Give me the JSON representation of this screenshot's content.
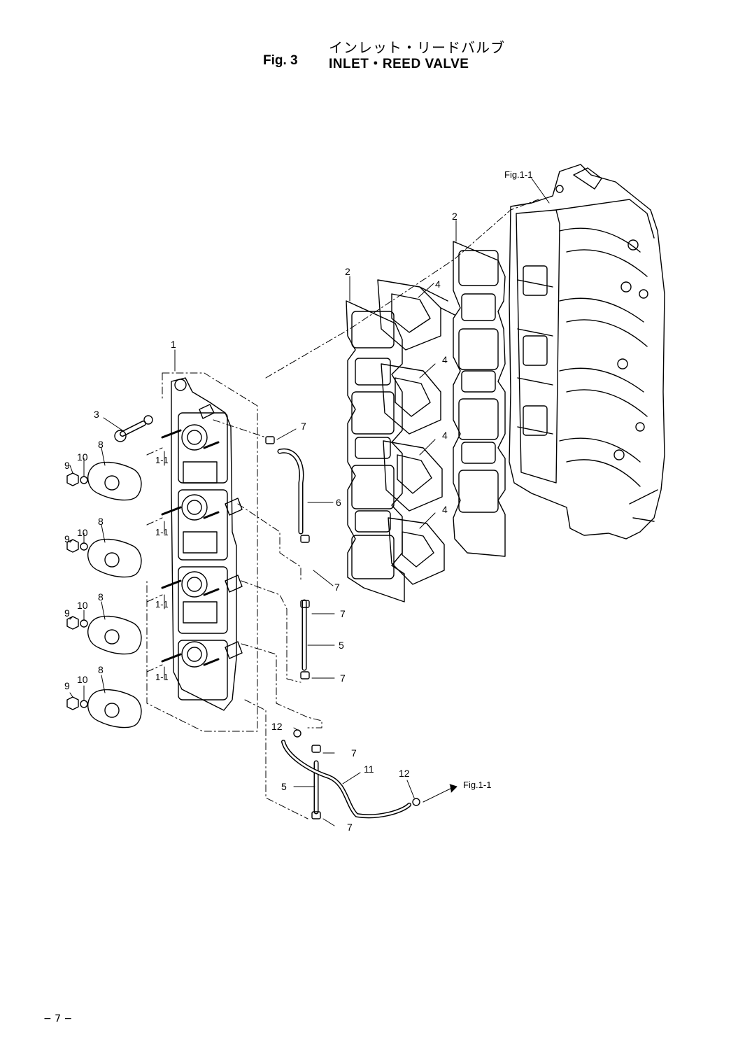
{
  "header": {
    "title_jp": "インレット・リードバルブ",
    "fig_label": "Fig. 3",
    "title_en": "INLET・REED VALVE"
  },
  "references": {
    "top_ref": "Fig.1-1",
    "arrow_ref": "Fig.1-1"
  },
  "callouts": {
    "p1": "1",
    "p2a": "2",
    "p2b": "2",
    "p3": "3",
    "p4a": "4",
    "p4b": "4",
    "p4c": "4",
    "p4d": "4",
    "p5a": "5",
    "p5b": "5",
    "p6": "6",
    "p7a": "7",
    "p7b": "7",
    "p7c": "7",
    "p7d": "7",
    "p7e": "7",
    "p7f": "7",
    "p8a": "8",
    "p8b": "8",
    "p8c": "8",
    "p8d": "8",
    "p9a": "9",
    "p9b": "9",
    "p9c": "9",
    "p9d": "9",
    "p10a": "10",
    "p10b": "10",
    "p10c": "10",
    "p10d": "10",
    "p11": "11",
    "p12a": "12",
    "p12b": "12",
    "s11a": "1-1",
    "s11b": "1-1",
    "s11c": "1-1",
    "s11d": "1-1"
  },
  "footer": {
    "page_number": "− 7 −"
  }
}
